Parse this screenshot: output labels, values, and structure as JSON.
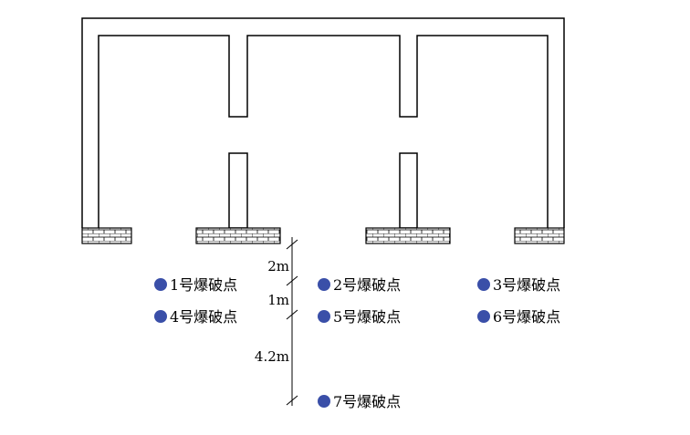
{
  "dimensions": [
    {
      "label": "2m"
    },
    {
      "label": "1m"
    },
    {
      "label": "4.2m"
    }
  ],
  "blast_points": [
    {
      "label": "1号爆破点"
    },
    {
      "label": "2号爆破点"
    },
    {
      "label": "3号爆破点"
    },
    {
      "label": "4号爆破点"
    },
    {
      "label": "5号爆破点"
    },
    {
      "label": "6号爆破点"
    },
    {
      "label": "7号爆破点"
    }
  ],
  "colors": {
    "blast_marker": "#3a4fa8",
    "line": "#000000",
    "background": "#ffffff"
  }
}
